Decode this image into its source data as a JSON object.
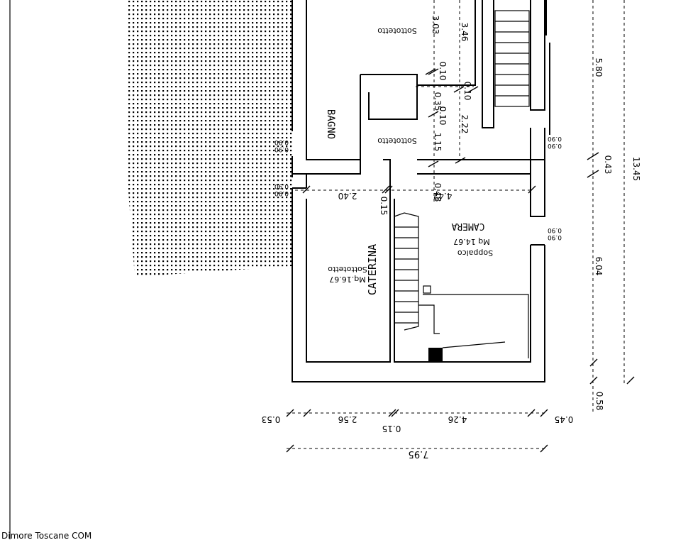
{
  "rooms": {
    "sottotetto_top": "Sottotetto",
    "sottotetto_mid": "Sottotetto",
    "bagno": "BAGNO",
    "sottotetto_left": "Sottotetto",
    "sottotetto_left_area": "Mq.16.67",
    "caterina": "CATERINA",
    "soppalco": "Soppalco",
    "soppalco_area": "Mq 14.67",
    "camera": "CAMERA"
  },
  "dimensions": {
    "d_303": "3.03",
    "d_346": "3.46",
    "d_010a": "0.10",
    "d_010b": "0.10",
    "d_010c": "0.10",
    "d_035": "0.35",
    "d_222": "2.22",
    "d_115": "1.15",
    "d_048": "0.48",
    "d_240": "2.40",
    "d_015a": "0.15",
    "d_442": "4.42",
    "d_090a": "0.90",
    "d_090b": "0.90",
    "d_090c": "0.90",
    "d_090d": "0.90",
    "d_090e": "0.90",
    "d_090f": "0.90",
    "d_090g": "0.90",
    "d_090h": "0.90",
    "d_580": "5.80",
    "d_043": "0.43",
    "d_1345": "13.45",
    "d_604": "6.04",
    "d_058": "0.58",
    "d_053": "0.53",
    "d_256": "2.56",
    "d_015b": "0.15",
    "d_426": "4.26",
    "d_045": "0.45",
    "d_795": "7.95"
  },
  "footer": {
    "credit": "Dimore Toscane COM"
  }
}
